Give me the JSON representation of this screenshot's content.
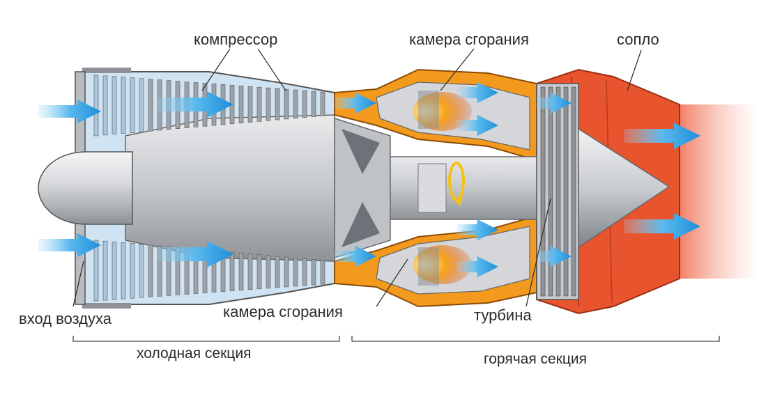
{
  "labels": {
    "compressor": "компрессор",
    "combustion_top": "камера сгорания",
    "nozzle": "сопло",
    "air_inlet": "вход воздуха",
    "combustion_bottom": "камера сгорания",
    "turbine": "турбина",
    "cold_section": "холодная секция",
    "hot_section": "горячая секция"
  },
  "colors": {
    "airflow": "#3aa3e3",
    "hot_casing": "#e8542e",
    "combustor_orange": "#f39a1e",
    "metal": "#c9ccd0",
    "metal_dark": "#6d7278",
    "cold_tint": "#cfe3f2"
  }
}
